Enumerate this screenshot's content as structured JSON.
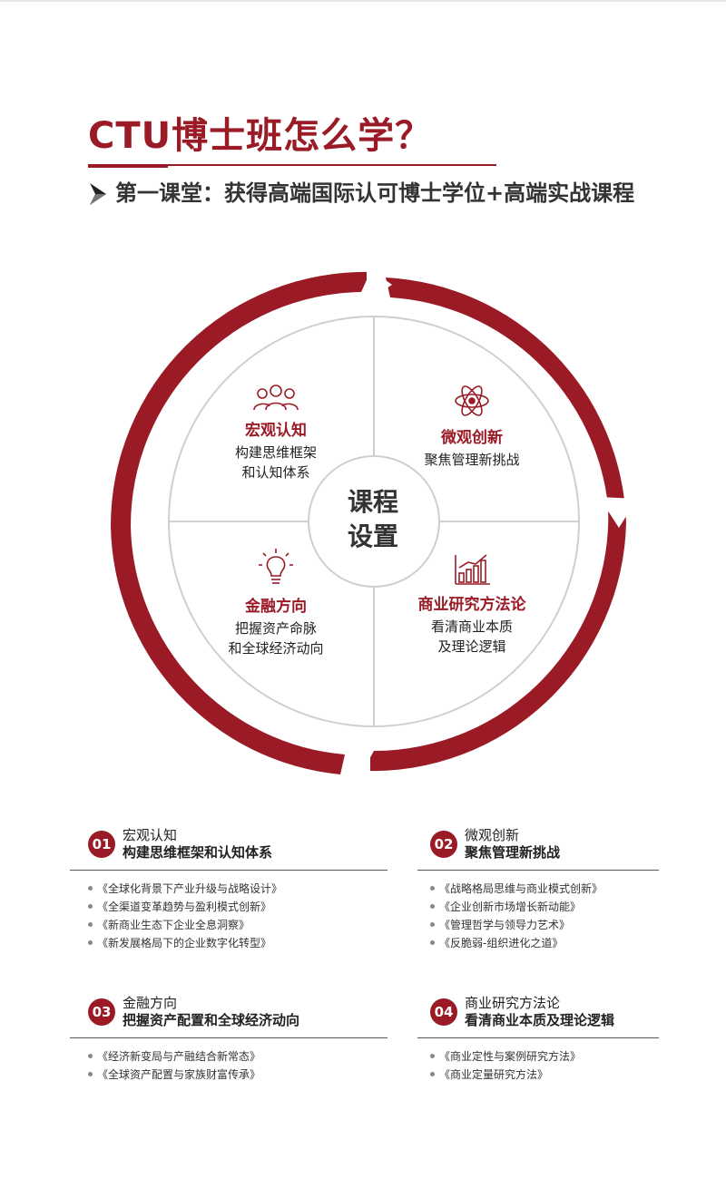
{
  "header": {
    "title": "CTU博士班怎么学？",
    "subtitle": "第一课堂：获得高端国际认可博士学位+高端实战课程"
  },
  "wheel": {
    "center_line1": "课程",
    "center_line2": "设置",
    "quadrants": [
      {
        "title": "宏观认知",
        "line1": "构建思维框架",
        "line2": "和认知体系",
        "icon": "people-group-icon"
      },
      {
        "title": "微观创新",
        "line1": "聚焦管理新挑战",
        "line2": "",
        "icon": "atom-icon"
      },
      {
        "title": "金融方向",
        "line1": "把握资产命脉",
        "line2": "和全球经济动向",
        "icon": "lightbulb-icon"
      },
      {
        "title": "商业研究方法论",
        "line1": "看清商业本质",
        "line2": "及理论逻辑",
        "icon": "bar-chart-icon"
      }
    ]
  },
  "colors": {
    "accent": "#9a1b26",
    "ring_gray": "#cfcfcf"
  },
  "blocks": [
    {
      "num": "01",
      "line1": "宏观认知",
      "line2": "构建思维框架和认知体系",
      "items": [
        "《全球化背景下产业升级与战略设计》",
        "《全渠道变革趋势与盈利模式创新》",
        "《新商业生态下企业全息洞察》",
        "《新发展格局下的企业数字化转型》"
      ]
    },
    {
      "num": "02",
      "line1": "微观创新",
      "line2": "聚焦管理新挑战",
      "items": [
        "《战略格局思维与商业模式创新》",
        "《企业创新市场增长新动能》",
        "《管理哲学与领导力艺术》",
        "《反脆弱-组织进化之道》"
      ]
    },
    {
      "num": "03",
      "line1": "金融方向",
      "line2": "把握资产配置和全球经济动向",
      "items": [
        "《经济新变局与产融结合新常态》",
        "《全球资产配置与家族财富传承》"
      ]
    },
    {
      "num": "04",
      "line1": "商业研究方法论",
      "line2": "看清商业本质及理论逻辑",
      "items": [
        "《商业定性与案例研究方法》",
        "《商业定量研究方法》"
      ]
    }
  ]
}
